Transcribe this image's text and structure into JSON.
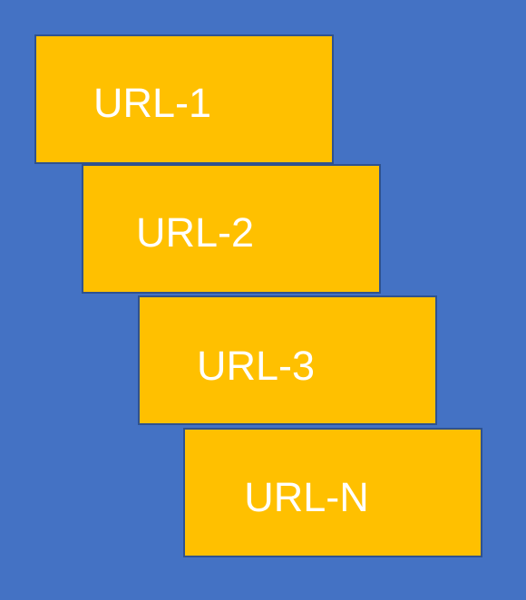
{
  "colors": {
    "background": "#4472C4",
    "box_fill": "#FFC000",
    "box_border": "#2F528F",
    "label_text": "#FFFFFF"
  },
  "diagram": {
    "boxes": [
      {
        "label": "URL-1"
      },
      {
        "label": "URL-2"
      },
      {
        "label": "URL-3"
      },
      {
        "label": "URL-N"
      }
    ]
  }
}
